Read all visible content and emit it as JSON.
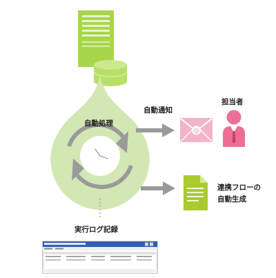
{
  "labels": {
    "auto_process": "自動処理",
    "auto_notify": "自動通知",
    "person_in_charge": "担当者",
    "flow_generate_line1": "連携フローの",
    "flow_generate_line2": "自動生成",
    "exec_log": "実行ログ記録"
  },
  "colors": {
    "server_green": "#a8d64a",
    "drop_fill": "#d3e7b4",
    "arrow_gray": "#9a9a9a",
    "mail_pink": "#f2b4c8",
    "person_pink": "#ee6f95",
    "doc_green": "#a8cc2e"
  },
  "icons": [
    "server-icon",
    "database-icon",
    "clock-icon",
    "mail-icon",
    "person-icon",
    "document-icon",
    "log-window-icon"
  ]
}
